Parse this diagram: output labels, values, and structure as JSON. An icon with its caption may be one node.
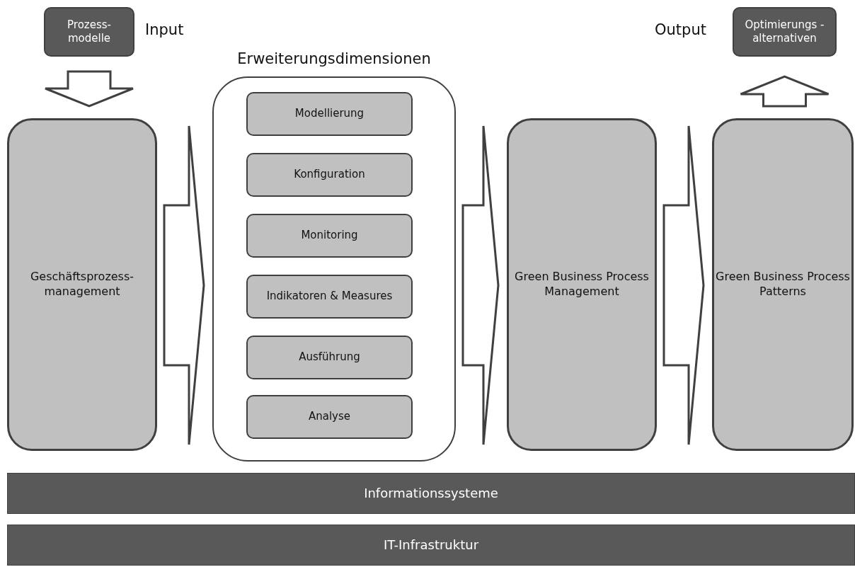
{
  "diagram": {
    "nodes": [
      {
        "text": [
          "Prozess- modelle"
        ],
        "beside": [
          "Input"
        ]
      },
      {
        "text": [
          "Geschäftsprozess- management"
        ]
      },
      {
        "text": [
          "Erweiterungsdimensionen"
        ]
      },
      {
        "text": [
          "Modellierung"
        ],
        "in": 2
      },
      {
        "text": [
          "Konfiguration"
        ],
        "in": 2
      },
      {
        "text": [
          "Monitoring"
        ],
        "in": 2
      },
      {
        "text": [
          "Indikatoren & Measures"
        ],
        "in": 2
      },
      {
        "text": [
          "Ausführung"
        ],
        "in": 2
      },
      {
        "text": [
          "Analyse"
        ],
        "in": 2
      },
      {
        "text": [
          "Green Business Process Management"
        ]
      },
      {
        "text": [
          "Green Business Process Patterns"
        ]
      },
      {
        "text": [
          "Optimierungs -alternativen"
        ],
        "beside": [
          "Output"
        ]
      },
      {
        "text": [
          "Informationssysteme"
        ]
      },
      {
        "text": [
          "IT-Infrastruktur"
        ]
      }
    ],
    "edges": [
      {
        "from": 0,
        "to": 1,
        "arrow": "to"
      },
      {
        "from": 1,
        "to": 2,
        "arrow": "to"
      },
      {
        "from": 2,
        "to": 9,
        "arrow": "to"
      },
      {
        "from": 9,
        "to": 10,
        "arrow": "to"
      },
      {
        "from": 10,
        "to": 11,
        "arrow": "to"
      }
    ]
  }
}
